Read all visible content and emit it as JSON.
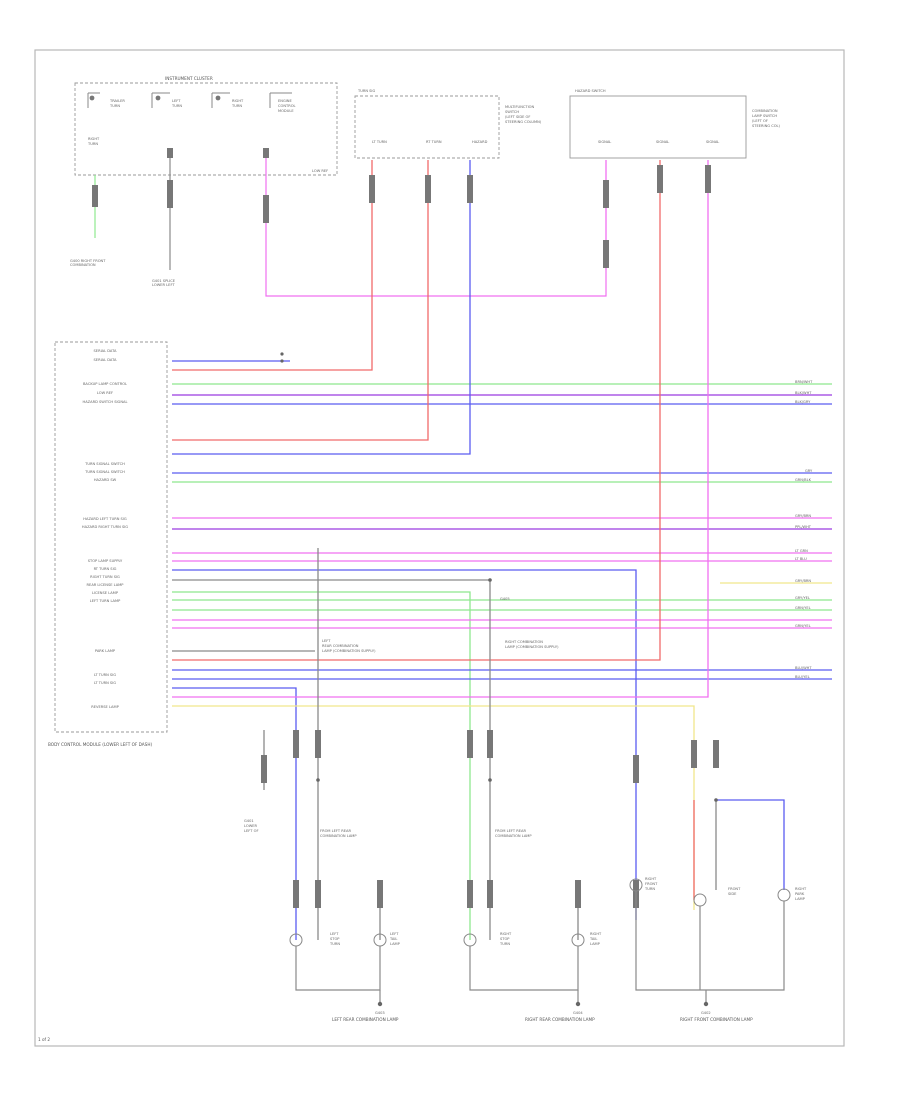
{
  "diagram": {
    "colors": {
      "red": "#f06a6a",
      "blue": "#5a5cf0",
      "green": "#8ee88e",
      "purple": "#9b3be0",
      "pink": "#f070f0",
      "yellow": "#f0e68c",
      "gray": "#8a8a8a",
      "black": "#555555"
    },
    "labels": {
      "instrument_cluster": "INSTRUMENT CLUSTER",
      "body_control_module": "BODY CONTROL MODULE (LOWER LEFT OF DASH)",
      "left_rear_combination_lamp": "LEFT REAR COMBINATION LAMP",
      "right_rear_combination_lamp": "RIGHT REAR COMBINATION LAMP",
      "right_front_combination_lamp": "RIGHT FRONT COMBINATION LAMP",
      "footer": "1 of 2"
    },
    "bcm_pins": [
      "SERIAL DATA",
      "SERIAL DATA",
      "",
      "",
      "BACKUP LAMP CONTROL",
      "LOW REF",
      "HAZARD SWITCH SIGNAL",
      "",
      "",
      "",
      "",
      "",
      "TURN SIGNAL SWITCH",
      "TURN SIGNAL SWITCH",
      "HAZARD SW",
      "",
      "HAZARD LEFT TURN SIG",
      "HAZARD RIGHT TURN SIG",
      "",
      "STOP LAMP SUPPLY",
      "RT TURN SIG",
      "RIGHT TURN SIG",
      "REAR LICENSE LAMP",
      "LICENSE LAMP",
      "LEFT TURN LAMP",
      "",
      "PARK LAMP",
      "LT TURN SIG",
      "LT TURN SIG",
      "",
      "REVERSE LAMP"
    ]
  }
}
